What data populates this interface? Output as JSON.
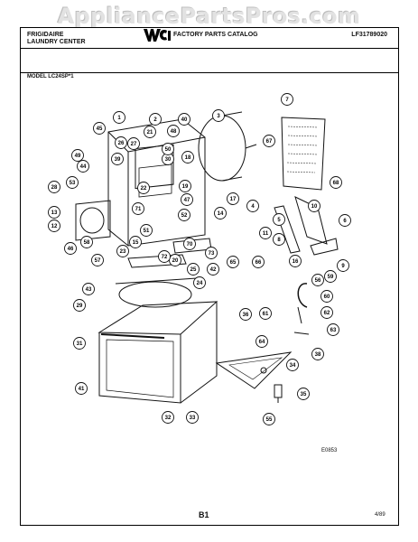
{
  "watermark": "AppliancePartsPros.com",
  "header": {
    "brand_line1": "FRIGIDAIRE",
    "brand_line2": "LAUNDRY CENTER",
    "logo_text": "WCI",
    "catalog_title": "FACTORY PARTS CATALOG",
    "catalog_number": "LF31789020"
  },
  "model": "MODEL LC24SP*1",
  "diagram": {
    "callouts": [
      "1",
      "2",
      "3",
      "4",
      "5",
      "6",
      "7",
      "8",
      "9",
      "10",
      "11",
      "12",
      "13",
      "14",
      "15",
      "16",
      "17",
      "18",
      "19",
      "20",
      "21",
      "22",
      "23",
      "24",
      "25",
      "26",
      "27",
      "28",
      "29",
      "30",
      "31",
      "32",
      "33",
      "34",
      "35",
      "36",
      "38",
      "39",
      "40",
      "41",
      "42",
      "43",
      "44",
      "45",
      "46",
      "47",
      "48",
      "49",
      "50",
      "51",
      "52",
      "53",
      "55",
      "56",
      "57",
      "58",
      "59",
      "60",
      "61",
      "62",
      "63",
      "64",
      "65",
      "66",
      "67",
      "68",
      "70",
      "71",
      "72",
      "73"
    ],
    "reference": "E0853"
  },
  "footer": {
    "page": "B1",
    "date": "4/89"
  }
}
